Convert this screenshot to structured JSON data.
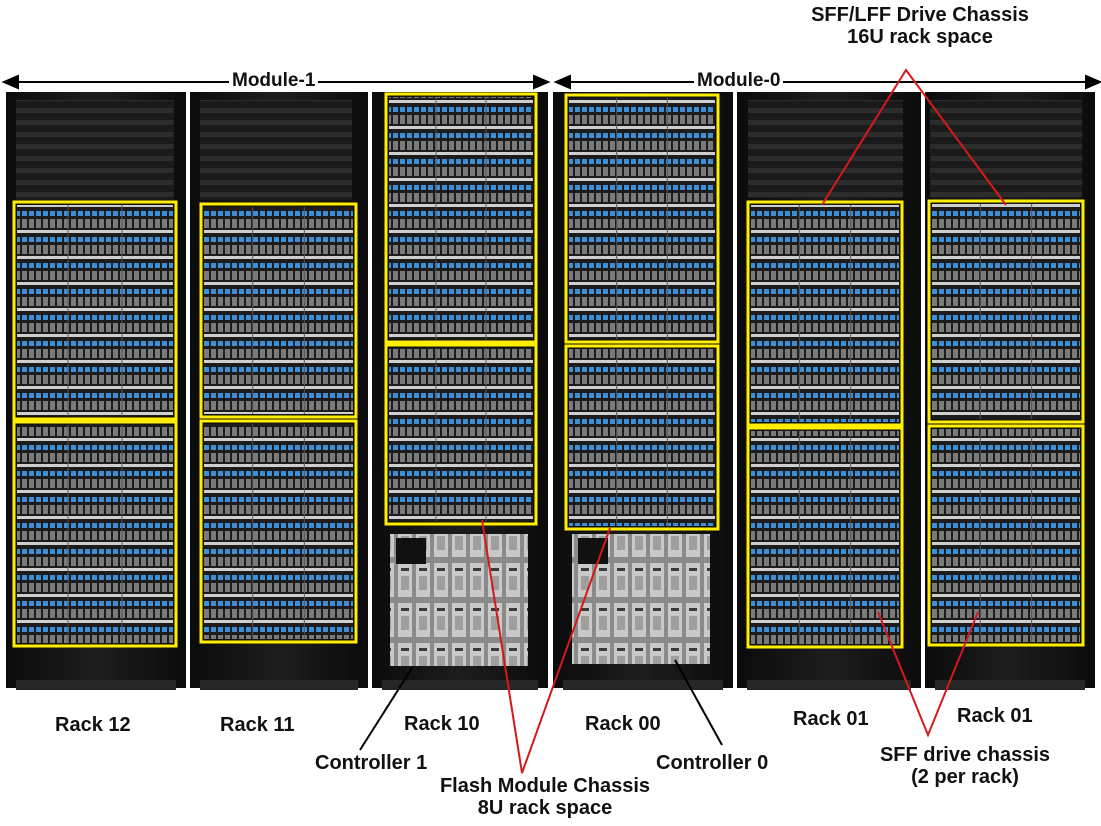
{
  "modules": {
    "module1": "Module-1",
    "module0": "Module-0"
  },
  "top_callout": {
    "line1": "SFF/LFF Drive Chassis",
    "line2": "16U rack space"
  },
  "racks": [
    {
      "label": "Rack 12"
    },
    {
      "label": "Rack 11"
    },
    {
      "label": "Rack 10"
    },
    {
      "label": "Rack 00"
    },
    {
      "label": "Rack 01"
    },
    {
      "label": "Rack 01"
    }
  ],
  "controllers": {
    "controller1": "Controller 1",
    "controller0": "Controller 0"
  },
  "flash_callout": {
    "line1": "Flash Module Chassis",
    "line2": "8U rack space"
  },
  "sff_callout": {
    "line1": "SFF drive chassis",
    "line2": "(2 per rack)"
  },
  "colors": {
    "highlight": "#ffee00",
    "callout_line": "#d81818",
    "cabinet": "#141414",
    "drive_blue": "#3a8fd6"
  }
}
